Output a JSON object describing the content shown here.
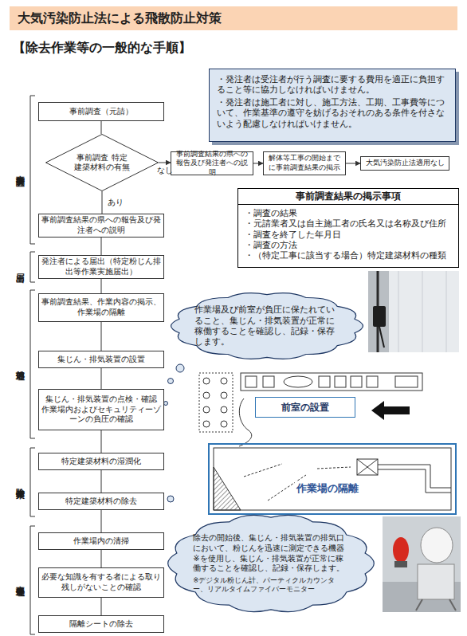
{
  "diagram": {
    "title": "大気汚染防止法による飛散防止対策",
    "nodes": [
      {
        "text": [
          "・発注者は受注者が行う調査に要する費用を適正に負担すること等に協力しなければいけません。",
          "・発注者は施工者に対し、施工方法、工期、工事費等について、作業基準の遵守を妨げるおそれのある条件を付さないよう配慮しなければいけません。"
        ]
      },
      {
        "text": [
          "事前調査（元請）"
        ]
      },
      {
        "text": [
          "事前調査 特定建築材料の有無"
        ]
      },
      {
        "text": [
          "事前調査結果の県への報告及び発注者への説明"
        ]
      },
      {
        "text": [
          "解体等工事の開始までに事前調査結果の掲示"
        ]
      },
      {
        "text": [
          "大気汚染防止法適用なし"
        ]
      },
      {
        "text": [
          "事前調査結果の掲示事項",
          "・調査の結果",
          "・元請業者又は自主施工者の氏名又は名称及び住所",
          "・調査を終了した年月日",
          "・調査の方法",
          "・（特定工事に該当する場合）特定建築材料の種類"
        ]
      },
      {
        "text": [
          "事前調査結果の県への報告及び発注者への説明"
        ]
      },
      {
        "text": [
          "発注者による届出（特定粉じん排出等作業実施届出）"
        ]
      },
      {
        "text": [
          "事前調査結果、作業内容の掲示、作業場の隔離"
        ]
      },
      {
        "text": [
          "作業場及び前室が負圧に保たれていること、集じん・排気装置が正常に稼働することを確認し、記録・保存します。"
        ]
      },
      {
        "text": [
          "集じん・排気装置の設置"
        ]
      },
      {
        "text": [
          "集じん・排気装置の点検・確認 作業場内およびセキュリティーゾーンの負圧の確認"
        ]
      },
      {
        "text": [
          "特定建築材料の湿潤化"
        ]
      },
      {
        "text": [
          "特定建築材料の除去"
        ]
      },
      {
        "text": [
          "除去の開始後、集じん・排気装置の排気口において、粉じんを迅速に測定できる機器※を使用し、集じん・排気装置が正常に稼働することを確認し、記録・保存します。",
          "※デジタル粉じん計、パーティクルカウンター、リアルタイムファイバーモニター"
        ]
      },
      {
        "text": [
          "作業場内の清掃"
        ]
      },
      {
        "text": [
          "必要な知識を有する者による取り残しがないことの確認"
        ]
      },
      {
        "text": [
          "隔離シートの除去"
        ]
      }
    ],
    "edges": [
      {
        "from": 1,
        "to": 2,
        "arrow": "none"
      },
      {
        "from": 2,
        "to": 3,
        "label": "なし",
        "arrow": "to"
      },
      {
        "from": 3,
        "to": 4,
        "arrow": "to"
      },
      {
        "from": 4,
        "to": 5,
        "arrow": "to"
      },
      {
        "from": 2,
        "to": 7,
        "label": "あり",
        "arrow": "none"
      },
      {
        "from": 7,
        "to": 8,
        "arrow": "none"
      },
      {
        "from": 8,
        "to": 9,
        "arrow": "none"
      },
      {
        "from": 9,
        "to": 11,
        "arrow": "none"
      },
      {
        "from": 11,
        "to": 12,
        "arrow": "none"
      },
      {
        "from": 12,
        "to": 13,
        "arrow": "none"
      },
      {
        "from": 13,
        "to": 14,
        "arrow": "none"
      },
      {
        "from": 14,
        "to": 16,
        "arrow": "none"
      },
      {
        "from": 16,
        "to": 17,
        "arrow": "none"
      },
      {
        "from": 17,
        "to": 18,
        "arrow": "none"
      }
    ],
    "labels": [
      "【除去作業等の一般的な手順】",
      "事前調査",
      "届出",
      "前処理",
      "除去作業",
      "事後処理",
      "前室の設置",
      "作業場の隔離"
    ]
  }
}
